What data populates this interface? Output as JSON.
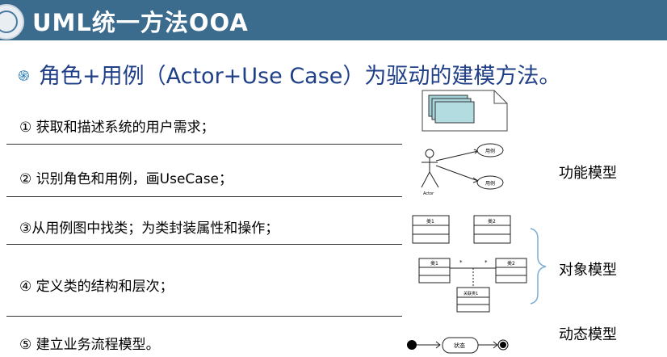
{
  "header": {
    "title": "UML统一方法OOA"
  },
  "subtitle": {
    "bullet": "֍",
    "text": "角色+用例（Actor+Use Case）为驱动的建模方法。"
  },
  "steps": [
    "① 获取和描述系统的用户需求；",
    "② 识别角色和用例，画UseCase；",
    "③从用例图中找类；为类封装属性和操作；",
    "④ 定义类的结构和层次；",
    "⑤ 建立业务流程模型。"
  ],
  "models": {
    "functional": "功能模型",
    "object": "对象模型",
    "dynamic": "动态模型"
  },
  "diagram_labels": {
    "usecase": "用例",
    "actor": "Actor",
    "class1": "类1",
    "class2": "类2",
    "multiplicity": "*",
    "assoc_class": "关联类1",
    "state": "状态"
  }
}
